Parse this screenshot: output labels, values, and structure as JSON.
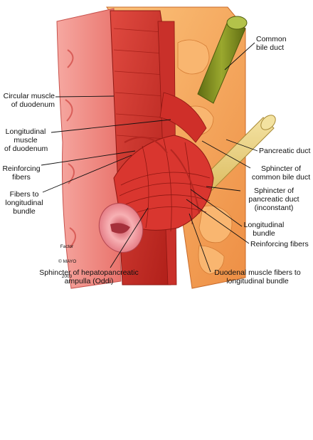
{
  "figure": {
    "subject": "Sphincter of Oddi anatomy illustration",
    "credit": {
      "line1": "Factor",
      "line2": "© MAYO",
      "line3": "2003"
    }
  },
  "labels": {
    "common_bile_duct": "Common\nbile duct",
    "circular_muscle": "Circular muscle\nof duodenum",
    "longitudinal_muscle": "Longitudinal\nmuscle\nof duodenum",
    "reinforcing_fibers_left": "Reinforcing\nfibers",
    "fibers_to_bundle": "Fibers to\nlongitudinal\nbundle",
    "pancreatic_duct": "Pancreatic duct",
    "sphincter_cbd": "Sphincter of\ncommon bile duct",
    "sphincter_pancreatic": "Sphincter of\npancreatic duct\n(inconstant)",
    "longitudinal_bundle": "Longitudinal\nbundle",
    "reinforcing_fibers_right": "Reinforcing fibers",
    "sphincter_oddi": "Sphincter of hepatopancreatic\nampulla (Oddi)",
    "duodenal_fibers": "Duodenal muscle fibers to\nlongitudinal bundle"
  },
  "colors": {
    "mucosa": "#f08d86",
    "muscle": "#d8322c",
    "muscle_dark": "#9c1a14",
    "pancreas": "#f4a85c",
    "bile_duct": "#7a8a1e",
    "pancreatic_duct": "#e6cf7a",
    "leader": "#111111"
  }
}
